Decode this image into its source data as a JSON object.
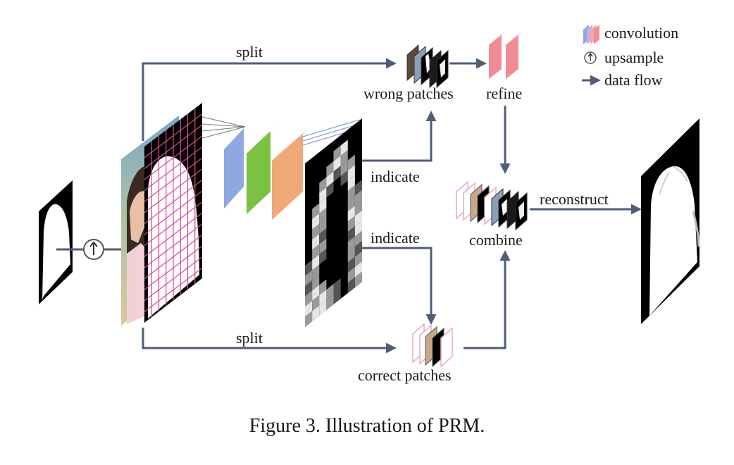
{
  "legend": {
    "convolution": "convolution",
    "upsample": "upsample",
    "data_flow": "data flow"
  },
  "labels": {
    "split_top": "split",
    "split_bottom": "split",
    "wrong_patches": "wrong patches",
    "refine": "refine",
    "indicate_top": "indicate",
    "indicate_bottom": "indicate",
    "combine": "combine",
    "reconstruct": "reconstruct",
    "correct_patches": "correct patches"
  },
  "caption": "Figure 3. Illustration of PRM.",
  "colors": {
    "flow": "#4f5d78",
    "conv_blue": "#8fa8e0",
    "conv_green": "#7cc242",
    "conv_orange": "#f0a878",
    "refine_pink": "#f08c98",
    "grid_pink": "#d64d8a",
    "patch_outline": "#e8a8c8"
  }
}
